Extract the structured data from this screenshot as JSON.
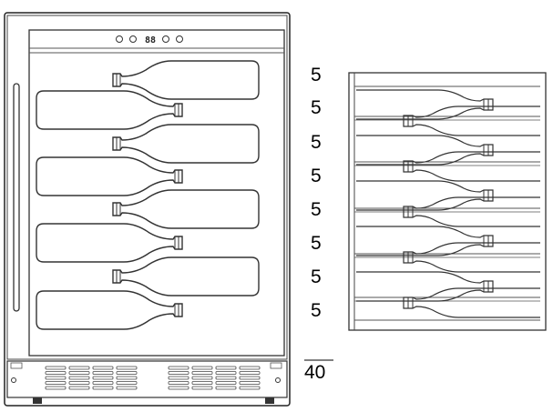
{
  "shelf_counts": [
    "5",
    "5",
    "5",
    "5",
    "5",
    "5",
    "5",
    "5"
  ],
  "total_count": "40",
  "display_digits": "88",
  "colors": {
    "line": "#333333",
    "body": "#ffffff"
  },
  "icons": {
    "control_left": [
      "power-button-icon",
      "light-button-icon"
    ],
    "control_right": [
      "up-button-icon",
      "down-button-icon"
    ]
  }
}
